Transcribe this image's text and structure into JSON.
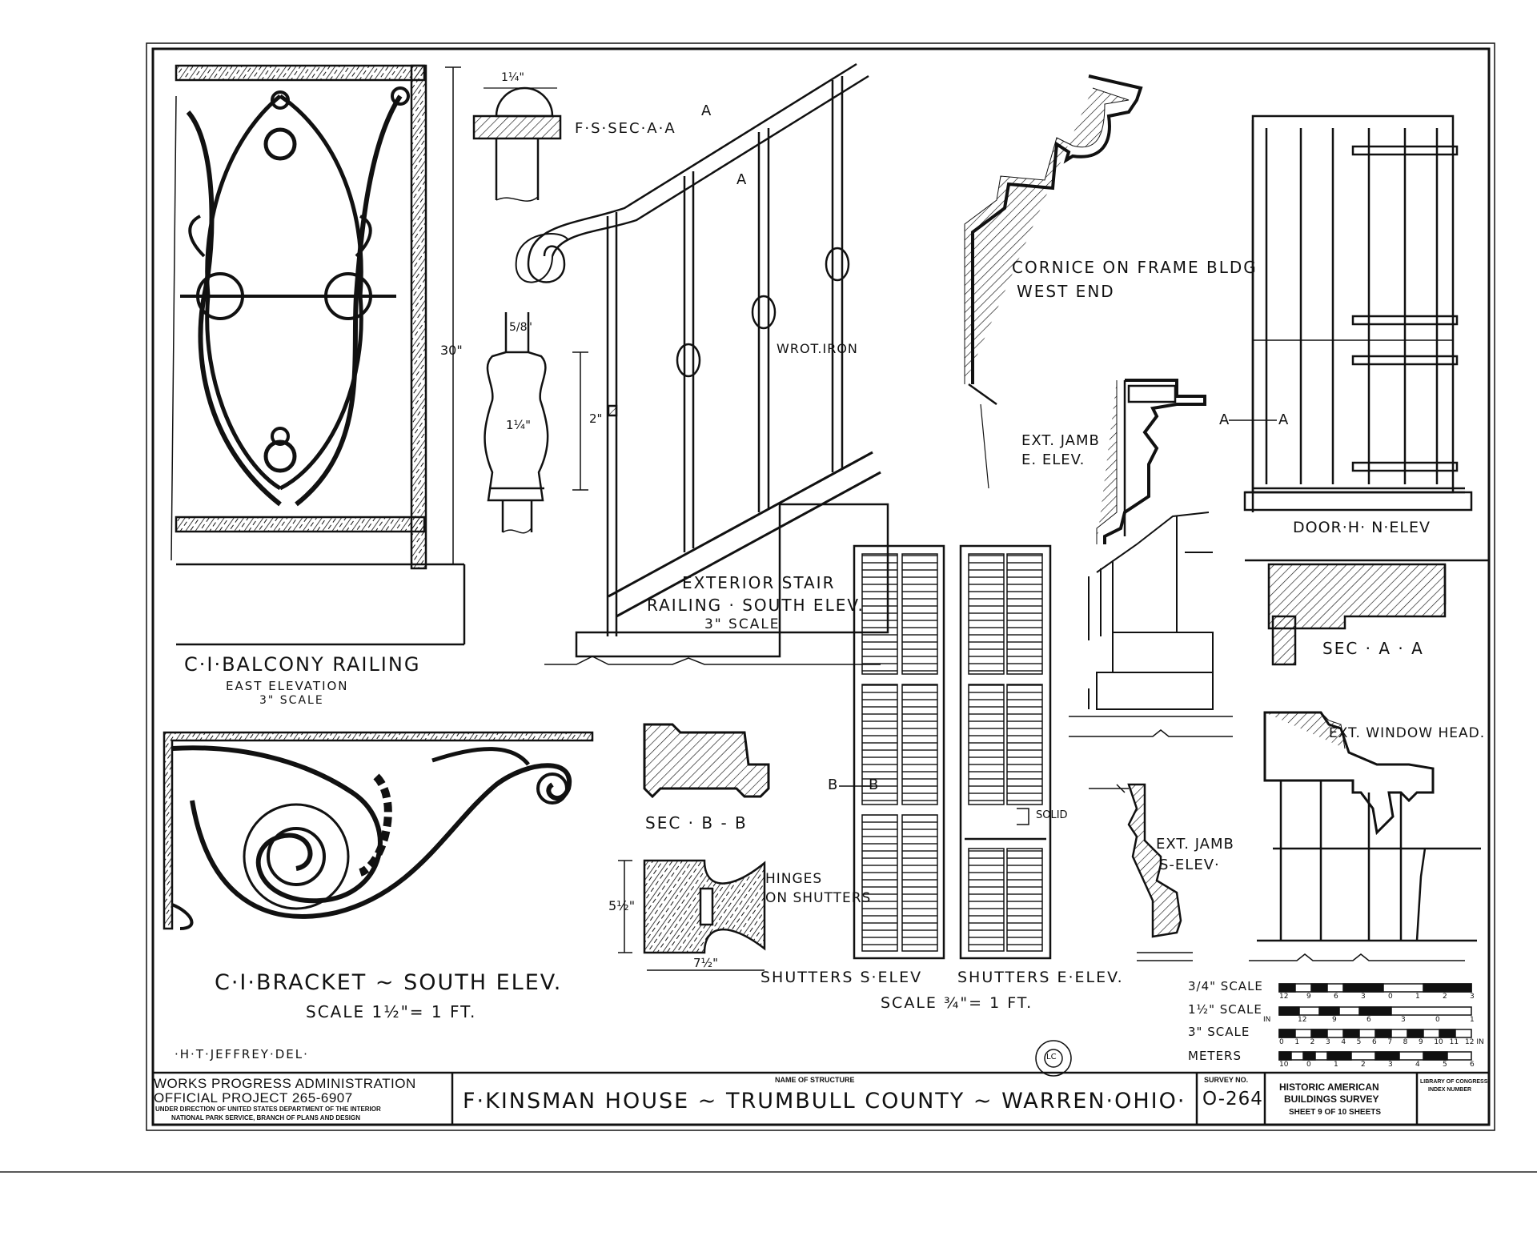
{
  "labels": {
    "fs_sec_aa": "F·S·SEC·A·A",
    "dim_1_1_4": "1¼\"",
    "dim_5_8": "5/8\"",
    "dim_1_1_4_b": "1¼\"",
    "dim_2": "2\"",
    "dim_30": "30\"",
    "a_upper": "A",
    "a_lower": "A",
    "wrot_iron": "WROT.IRON",
    "cornice_line1": "CORNICE ON FRAME BLDG",
    "cornice_line2": "WEST END",
    "ext_jamb_e_1": "EXT. JAMB",
    "ext_jamb_e_2": "E. ELEV.",
    "door_a_left": "A",
    "door_a_right": "A",
    "door_h_n_elev": "DOOR·H· N·ELEV",
    "sec_aa": "SEC · A · A",
    "ext_stair_1": "EXTERIOR STAIR",
    "ext_stair_2": "RAILING · SOUTH ELEV.",
    "ext_stair_3": "3\" SCALE",
    "balcony_title": "C·I·BALCONY RAILING",
    "balcony_sub1": "EAST ELEVATION",
    "balcony_sub2": "3\" SCALE",
    "ext_window_head": "EXT. WINDOW HEAD.",
    "sec_bb": "SEC · B - B",
    "b_left": "B",
    "b_right": "B",
    "solid": "SOLID",
    "ext_jamb_s_1": "EXT. JAMB",
    "ext_jamb_s_2": "S-ELEV·",
    "hinges_1": "HINGES",
    "hinges_2": "ON SHUTTERS",
    "dim_5_half": "5½\"",
    "dim_7_half": "7½\"",
    "bracket_title": "C·I·BRACKET ~ SOUTH ELEV.",
    "bracket_scale": "SCALE 1½\"= 1 FT.",
    "shutters_s": "SHUTTERS S·ELEV",
    "shutters_e": "SHUTTERS E·ELEV.",
    "shutters_scale": "SCALE ¾\"= 1 FT.",
    "delineator": "·H·T·JEFFREY·DEL·",
    "lc_stamp": "LC"
  },
  "scales": {
    "three_quarter": "3/4\" SCALE",
    "one_half": "1½\" SCALE",
    "three": "3\" SCALE",
    "meters": "METERS",
    "ticks_3_4": [
      "12",
      "9",
      "6",
      "3",
      "0",
      "1",
      "2",
      "3"
    ],
    "ticks_1_5": [
      "IN",
      "12",
      "9",
      "6",
      "3",
      "0",
      "1"
    ],
    "ticks_3": [
      "0",
      "1",
      "2",
      "3",
      "4",
      "5",
      "6",
      "7",
      "8",
      "9",
      "10",
      "11",
      "12 IN"
    ],
    "ticks_m": [
      "10",
      "0",
      "1",
      "2",
      "3",
      "4",
      "5",
      "6"
    ]
  },
  "title_block": {
    "wpa_line1": "WORKS PROGRESS ADMINISTRATION",
    "wpa_line2": "OFFICIAL PROJECT 265-6907",
    "wpa_line3": "UNDER DIRECTION OF UNITED STATES DEPARTMENT OF THE INTERIOR",
    "wpa_line4": "NATIONAL PARK SERVICE, BRANCH OF PLANS AND DESIGN",
    "name_caption": "NAME OF STRUCTURE",
    "structure_name": "F·KINSMAN HOUSE ~ TRUMBULL COUNTY ~ WARREN·OHIO·",
    "survey_caption": "SURVEY NO.",
    "survey_no": "O-264",
    "habs_line1": "HISTORIC AMERICAN",
    "habs_line2": "BUILDINGS SURVEY",
    "sheet_info": "SHEET 9 OF 10 SHEETS",
    "loc_line1": "LIBRARY OF CONGRESS",
    "loc_line2": "INDEX NUMBER"
  }
}
